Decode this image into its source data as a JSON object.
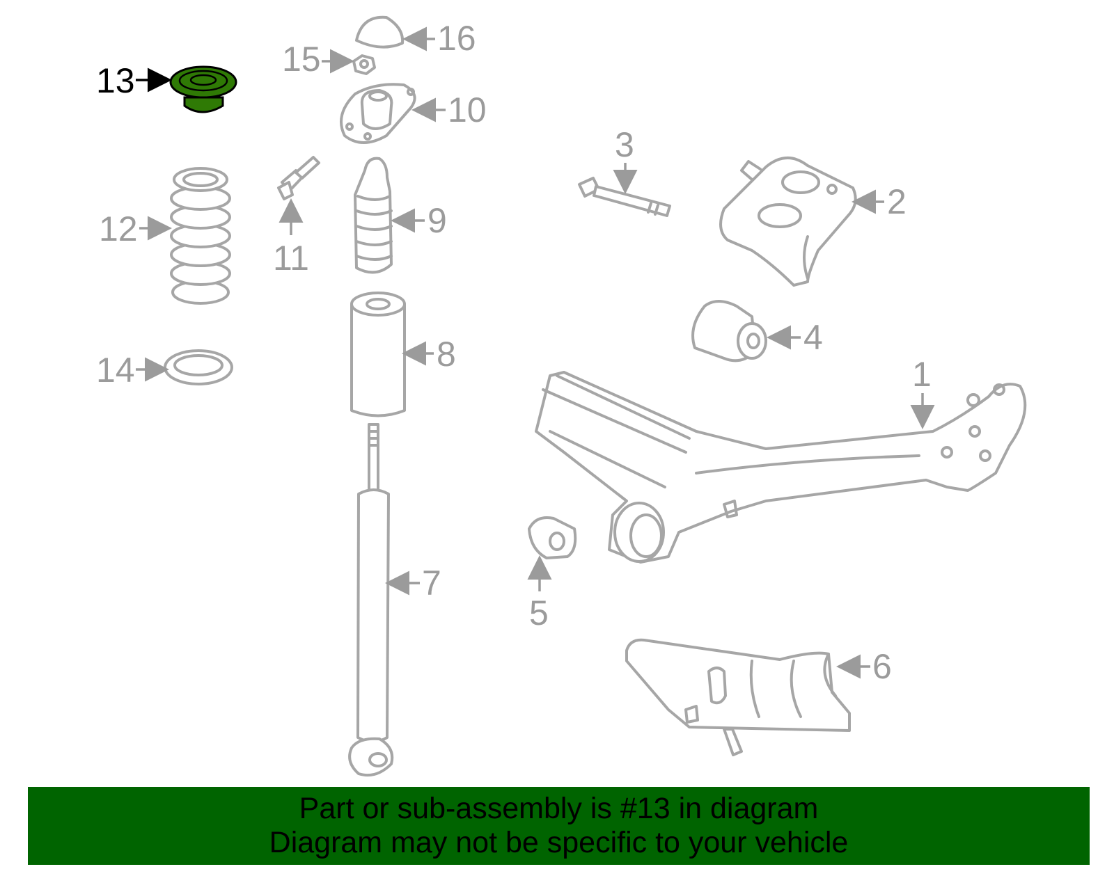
{
  "labels": {
    "p1": "1",
    "p2": "2",
    "p3": "3",
    "p4": "4",
    "p5": "5",
    "p6": "6",
    "p7": "7",
    "p8": "8",
    "p9": "9",
    "p10": "10",
    "p11": "11",
    "p12": "12",
    "p13": "13",
    "p14": "14",
    "p15": "15",
    "p16": "16"
  },
  "highlighted_part": "13",
  "colors": {
    "highlight": "#2f7a05",
    "banner": "#006400",
    "parts": "#a6a6a6"
  },
  "banner": {
    "line1": "Part or sub-assembly is #13 in diagram",
    "line2": "Diagram may not be specific to your vehicle"
  }
}
